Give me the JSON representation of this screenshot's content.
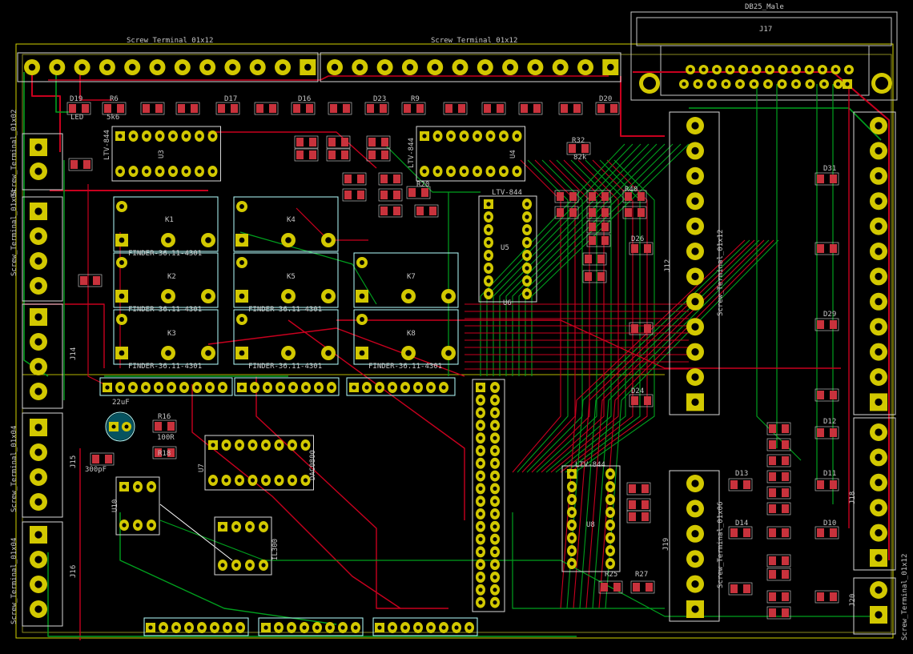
{
  "colors": {
    "background": "#000000",
    "front_copper": "#c8001e",
    "back_copper": "#00a01e",
    "silkscreen": "#d8d8d8",
    "courtyard": "#b4ffff",
    "pad": "#d2c800",
    "smd_pad": "#c8323c",
    "edge": "#d2d200"
  },
  "connectors": {
    "top_left_terminal": "Screw_Terminal_01x12",
    "top_right_terminal": "Screw_Terminal_01x12",
    "db25": "DB25_Male",
    "db25_ref": "J17",
    "j12_value": "Screw_Terminal_01x12",
    "j12_ref": "J12",
    "j18_ref": "J18",
    "j18_value": "Screw_Terminal_01x12",
    "j19_ref": "J19",
    "j19_value": "Screw_Terminal_01x06",
    "j20_ref": "J20",
    "j20_value": "Screw_Terminal_01x02",
    "left_terminal_1": "Screw_Terminal_01x02",
    "left_terminal_2": "Screw_Terminal_01x04",
    "j14_ref": "J14",
    "j15_ref": "J15",
    "j16_ref": "J16",
    "left_terminal_3": "Screw_Terminal_01x04",
    "left_terminal_4": "Screw_Terminal_01x04"
  },
  "relays": {
    "k1": "K1",
    "k2": "K2",
    "k3": "K3",
    "k4": "K4",
    "k5": "K5",
    "k7": "K7",
    "k8": "K8",
    "finder_1": "FINDER-36.11-4301",
    "finder_2": "FINDER-36.11-4301",
    "finder_3": "FINDER-36.11-4301",
    "finder_4": "FINDER-36.11-4301",
    "finder_5": "FINDER-36.11-4301",
    "finder_6": "FINDER-36.11-4301"
  },
  "ics": {
    "u3": "U3",
    "u4": "U4",
    "u5": "U5",
    "u6": "U6",
    "ltv_1": "LTV-844",
    "ltv_2": "LTV-844",
    "ltv_3": "LTV-844",
    "ltv_4": "LTV-844",
    "u7": "U7",
    "u8": "U8",
    "u10": "U10",
    "il300": "IL300",
    "dac": "DAC0800"
  },
  "components": {
    "led": "LED",
    "cap_22uf": "22uF",
    "cap_300pf": "300pF",
    "r_5k6": "5k6",
    "r_82k": "82k",
    "r_100r": "100R",
    "d19": "D19",
    "d17": "D17",
    "d16": "D16",
    "d23": "D23",
    "d20": "D20",
    "d26": "D26",
    "d24": "D24",
    "d29": "D29",
    "d31": "D31",
    "d12": "D12",
    "d13": "D13",
    "d14": "D14",
    "d10": "D10",
    "d11": "D11",
    "r6": "R6",
    "r9": "R9",
    "r20": "R20",
    "r25": "R25",
    "r27": "R27",
    "r40": "R40",
    "r16": "R16",
    "r18": "R18",
    "r32": "R32"
  }
}
